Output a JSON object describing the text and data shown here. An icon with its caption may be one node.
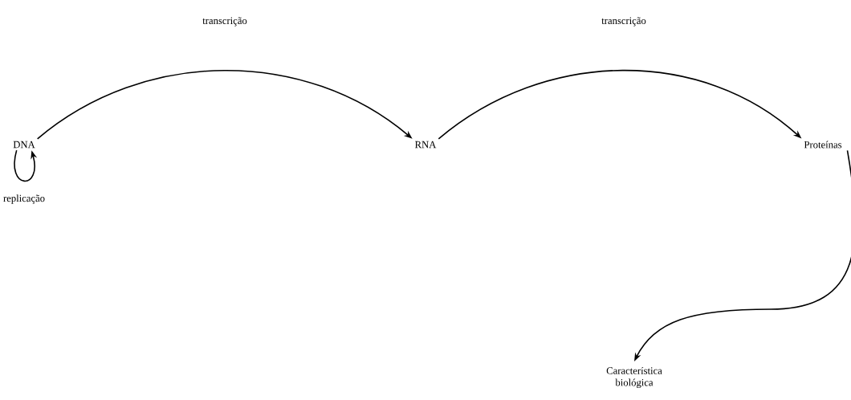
{
  "diagram": {
    "nodes": [
      {
        "text": [
          "DNA"
        ]
      },
      {
        "text": [
          "RNA"
        ]
      },
      {
        "text": [
          "Proteínas"
        ]
      },
      {
        "text": [
          "Característica biológica"
        ]
      }
    ],
    "edges": [
      {
        "from": 0,
        "to": 0,
        "arrow": "to",
        "label": "replicação"
      },
      {
        "from": 0,
        "to": 1,
        "arrow": "to",
        "label": "transcrição"
      },
      {
        "from": 1,
        "to": 2,
        "arrow": "to",
        "label": "transcrição"
      },
      {
        "from": 2,
        "to": 3,
        "arrow": "to"
      }
    ]
  }
}
